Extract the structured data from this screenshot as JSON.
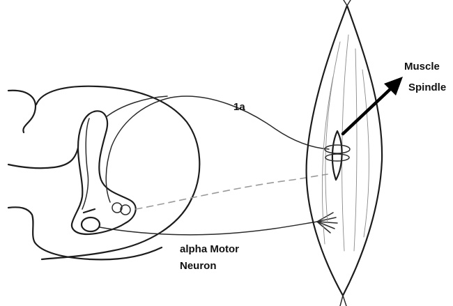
{
  "diagram": {
    "labels": {
      "fiber_1a": "1a",
      "spindle_line1": "Muscle",
      "spindle_line2": "Spindle",
      "motor_line1": "alpha Motor",
      "motor_line2": "Neuron"
    }
  }
}
